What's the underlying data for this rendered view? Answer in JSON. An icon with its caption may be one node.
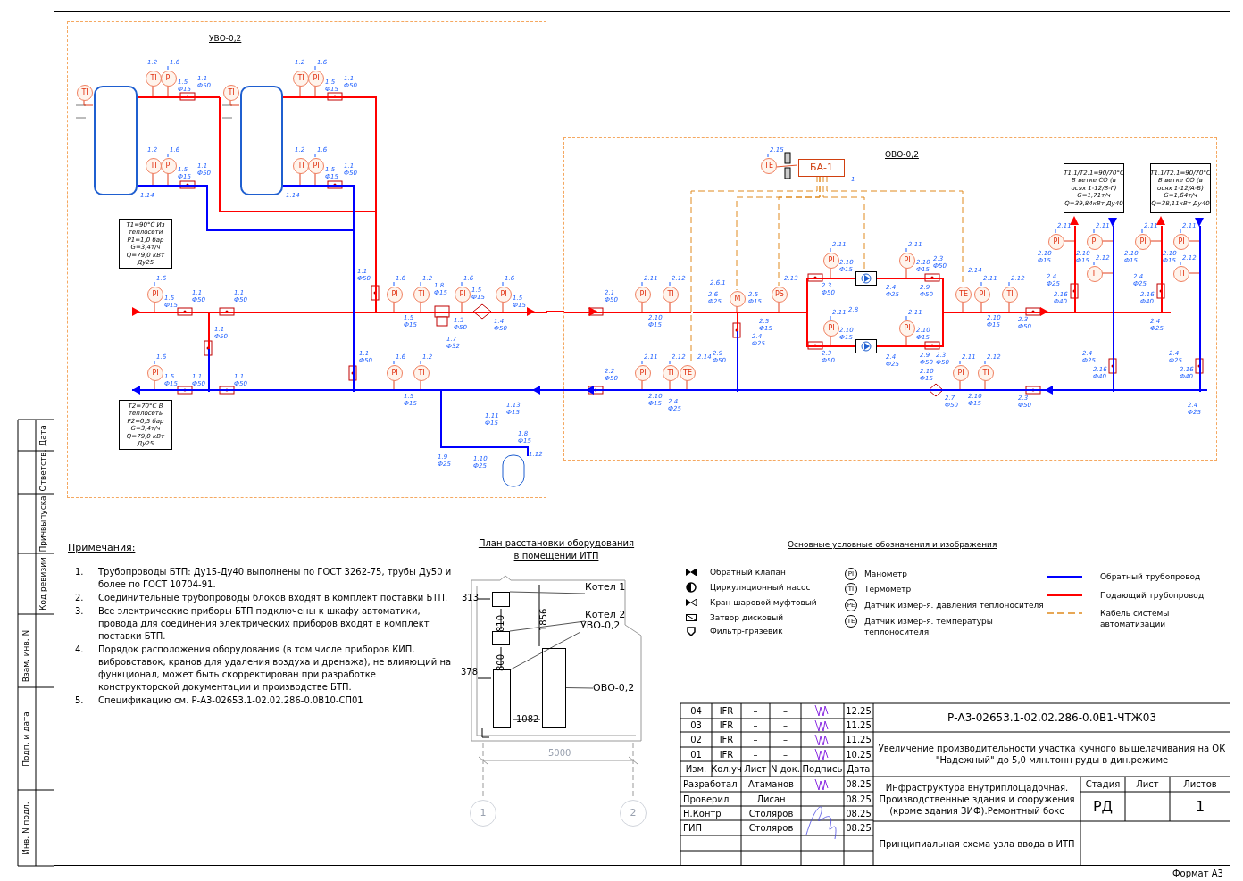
{
  "diagram": {
    "nodes": [
      {
        "text": [
          "УВО-0,2"
        ]
      },
      {
        "text": [
          "ОВО-0,2"
        ]
      },
      {
        "text": [],
        "shape": "cylinder",
        "in": 0,
        "beside": [
          "1.14"
        ]
      },
      {
        "text": [],
        "shape": "cylinder",
        "in": 0,
        "beside": [
          "1.14"
        ]
      },
      {
        "text": [
          "T1=90°C Из теплосети P1=1,0 бар G=3,4т/ч Q=79,0 кВт Ду25"
        ],
        "in": 0
      },
      {
        "text": [
          "T2=70°C В теплосеть P2=0,5 бар G=3,4т/ч Q=79,0 кВт Ду25"
        ],
        "in": 0
      },
      {
        "text": [
          "БА-1"
        ],
        "in": 1,
        "beside": [
          "1"
        ]
      },
      {
        "text": [
          "TE"
        ],
        "in": 1,
        "beside": [
          "2.15"
        ]
      },
      {
        "text": [
          "M"
        ],
        "in": 1,
        "beside": [
          "2.6.1"
        ]
      },
      {
        "text": [
          "PS"
        ],
        "in": 1,
        "beside": [
          "2.13"
        ]
      },
      {
        "text": [
          "TE"
        ],
        "in": 1,
        "beside": [
          "2.14"
        ]
      },
      {
        "text": [],
        "shape": "box",
        "in": 1
      },
      {
        "text": [],
        "shape": "box",
        "in": 1
      },
      {
        "text": [
          "TE"
        ],
        "in": 1,
        "beside": [
          "2.14"
        ]
      },
      {
        "text": [
          "T1.1/T2.1=90/70°C В ветке СО (в осях 1-12/В-Г) G=1,71т/ч Q=39,84кВт Ду40"
        ],
        "in": 1
      },
      {
        "text": [
          "T1.1/T2.1=90/70°C В ветке СО (в осях 1-12/А-Б) G=1,64т/ч Q=38,11кВт Ду40"
        ],
        "in": 1
      },
      {
        "text": [
          "TI"
        ],
        "in": 0
      },
      {
        "text": [
          "TI"
        ],
        "in": 0,
        "beside": [
          "1.2"
        ]
      },
      {
        "text": [
          "PI"
        ],
        "in": 0,
        "beside": [
          "1.6"
        ]
      },
      {
        "text": [
          "TI"
        ],
        "in": 0,
        "beside": [
          "1.2"
        ]
      },
      {
        "text": [
          "PI"
        ],
        "in": 0,
        "beside": [
          "1.6"
        ]
      },
      {
        "text": [
          "TI"
        ],
        "in": 0
      },
      {
        "text": [
          "TI"
        ],
        "in": 0,
        "beside": [
          "1.2"
        ]
      },
      {
        "text": [
          "PI"
        ],
        "in": 0,
        "beside": [
          "1.6"
        ]
      },
      {
        "text": [
          "TI"
        ],
        "in": 0,
        "beside": [
          "1.2"
        ]
      },
      {
        "text": [
          "PI"
        ],
        "in": 0,
        "beside": [
          "1.6"
        ]
      },
      {
        "text": [
          "PI"
        ],
        "in": 0,
        "beside": [
          "1.6"
        ]
      },
      {
        "text": [
          "PI"
        ],
        "in": 0,
        "beside": [
          "1.6"
        ]
      },
      {
        "text": [
          "TI"
        ],
        "in": 0,
        "beside": [
          "1.2"
        ]
      },
      {
        "text": [
          "PI"
        ],
        "in": 0,
        "beside": [
          "1.6"
        ]
      },
      {
        "text": [
          "PI"
        ],
        "in": 0,
        "beside": [
          "1.6"
        ]
      },
      {
        "text": [
          "PI"
        ],
        "in": 0,
        "beside": [
          "1.6"
        ]
      },
      {
        "text": [
          "PI"
        ],
        "in": 0,
        "beside": [
          "1.6"
        ]
      },
      {
        "text": [
          "TI"
        ],
        "in": 0,
        "beside": [
          "1.2"
        ]
      },
      {
        "text": [
          "PI"
        ],
        "in": 1,
        "beside": [
          "2.11"
        ]
      },
      {
        "text": [
          "TI"
        ],
        "in": 1,
        "beside": [
          "2.12"
        ]
      },
      {
        "text": [
          "PI"
        ],
        "in": 1,
        "beside": [
          "2.11"
        ]
      },
      {
        "text": [
          "TI"
        ],
        "in": 1,
        "beside": [
          "2.12"
        ]
      },
      {
        "text": [
          "PI"
        ],
        "in": 1,
        "beside": [
          "2.11"
        ]
      },
      {
        "text": [
          "PI"
        ],
        "in": 1,
        "beside": [
          "2.11"
        ]
      },
      {
        "text": [
          "PI"
        ],
        "in": 1,
        "beside": [
          "2.11"
        ]
      },
      {
        "text": [
          "PI"
        ],
        "in": 1,
        "beside": [
          "2.11"
        ]
      },
      {
        "text": [
          "PI"
        ],
        "in": 1,
        "beside": [
          "2.11"
        ]
      },
      {
        "text": [
          "TI"
        ],
        "in": 1,
        "beside": [
          "2.12"
        ]
      },
      {
        "text": [
          "PI"
        ],
        "in": 1,
        "beside": [
          "2.11"
        ]
      },
      {
        "text": [
          "TI"
        ],
        "in": 1,
        "beside": [
          "2.12"
        ]
      },
      {
        "text": [
          "PI"
        ],
        "in": 1,
        "beside": [
          "2.11"
        ]
      },
      {
        "text": [
          "PI"
        ],
        "in": 1,
        "beside": [
          "2.11"
        ]
      },
      {
        "text": [
          "TI"
        ],
        "in": 1,
        "beside": [
          "2.12"
        ]
      },
      {
        "text": [
          "PI"
        ],
        "in": 1,
        "beside": [
          "2.11"
        ]
      },
      {
        "text": [
          "PI"
        ],
        "in": 1,
        "beside": [
          "2.11"
        ]
      },
      {
        "text": [
          "TI"
        ],
        "in": 1,
        "beside": [
          "2.12"
        ]
      },
      {
        "text": [],
        "shape": "box"
      },
      {
        "text": [],
        "shape": "box"
      },
      {
        "text": [],
        "shape": "box"
      },
      {
        "text": [],
        "shape": "box"
      },
      {
        "text": [
          "Котел 1"
        ]
      },
      {
        "text": [
          "Котел 2"
        ]
      },
      {
        "text": [
          "УВО-0,2"
        ]
      },
      {
        "text": [
          "ОВО-0,2"
        ]
      },
      {
        "text": [
          "1"
        ]
      },
      {
        "text": [
          "2"
        ]
      },
      {
        "text": [],
        "shape": "bar",
        "in": 0
      },
      {
        "text": [],
        "shape": "bar",
        "in": 0
      },
      {
        "text": [],
        "shape": "bar",
        "in": 0
      },
      {
        "text": [],
        "shape": "bar",
        "in": 0
      },
      {
        "text": [],
        "shape": "bar",
        "in": 0
      },
      {
        "text": [],
        "shape": "bar",
        "in": 0
      },
      {
        "text": [],
        "shape": "bar",
        "in": 0
      },
      {
        "text": [],
        "shape": "bar",
        "in": 1
      },
      {
        "text": [],
        "shape": "bar",
        "in": 1
      },
      {
        "text": [],
        "shape": "bar",
        "in": 1
      },
      {
        "text": [],
        "shape": "bar",
        "in": 1
      },
      {
        "text": [],
        "shape": "bar",
        "in": 1
      },
      {
        "text": [],
        "shape": "bar",
        "in": 1
      },
      {
        "text": [],
        "shape": "bar",
        "in": 1
      },
      {
        "text": [],
        "shape": "bar",
        "in": 1
      },
      {
        "text": [],
        "shape": "bar",
        "in": 0
      },
      {
        "text": [],
        "shape": "bar",
        "in": 0
      },
      {
        "text": [],
        "shape": "bar",
        "in": 0
      },
      {
        "text": [],
        "shape": "bar",
        "in": 0
      },
      {
        "text": [],
        "shape": "bar",
        "in": 0
      },
      {
        "text": [],
        "shape": "bar"
      },
      {
        "text": [],
        "shape": "bar",
        "in": 0
      },
      {
        "text": [],
        "shape": "bar",
        "in": 0
      },
      {
        "text": [],
        "shape": "bar",
        "in": 0
      },
      {
        "text": [],
        "shape": "bar",
        "in": 0
      },
      {
        "text": [],
        "shape": "bar",
        "in": 1
      },
      {
        "text": [],
        "shape": "bar",
        "in": 1
      },
      {
        "text": [],
        "shape": "bar",
        "in": 1
      },
      {
        "text": [],
        "shape": "bar",
        "in": 1
      },
      {
        "text": [],
        "shape": "bar",
        "in": 1
      },
      {
        "text": [],
        "shape": "bar",
        "in": 1
      },
      {
        "text": [],
        "shape": "bar"
      },
      {
        "text": [],
        "shape": "bar",
        "in": 1
      }
    ],
    "edges": [
      {
        "from": 7,
        "to": 6,
        "arrow": "none",
        "color": "#e0502a"
      },
      {
        "from": 6,
        "to": 10,
        "arrow": "none",
        "style": "dashed",
        "color": "#e08a1e"
      },
      {
        "from": 6,
        "to": 8,
        "arrow": "none",
        "style": "dashed",
        "color": "#e08a1e"
      },
      {
        "from": 6,
        "to": 9,
        "arrow": "none",
        "style": "dashed",
        "color": "#e08a1e"
      },
      {
        "from": 6,
        "to": 11,
        "arrow": "none",
        "style": "dashed",
        "color": "#e08a1e"
      },
      {
        "from": 6,
        "to": 13,
        "arrow": "none",
        "style": "dashed",
        "color": "#e08a1e"
      },
      {
        "from": 56,
        "to": 52,
        "arrow": "none",
        "color": "#555555"
      },
      {
        "from": 57,
        "to": 53,
        "arrow": "none",
        "color": "#555555"
      },
      {
        "from": 58,
        "to": 54,
        "arrow": "none",
        "color": "#555555"
      },
      {
        "from": 59,
        "to": 55,
        "arrow": "none",
        "color": "#555555"
      },
      {
        "from": 16,
        "to": 2,
        "arrow": "none"
      },
      {
        "from": 21,
        "to": 3,
        "arrow": "none"
      },
      {
        "from": 17,
        "to": 62,
        "arrow": "none"
      },
      {
        "from": 18,
        "to": 62,
        "arrow": "none"
      },
      {
        "from": 19,
        "to": 77,
        "arrow": "none"
      },
      {
        "from": 20,
        "to": 77,
        "arrow": "none"
      },
      {
        "from": 22,
        "to": 65,
        "arrow": "none"
      },
      {
        "from": 23,
        "to": 65,
        "arrow": "none"
      },
      {
        "from": 24,
        "to": 80,
        "arrow": "none"
      },
      {
        "from": 25,
        "to": 80,
        "arrow": "none"
      },
      {
        "from": 26,
        "to": 67,
        "arrow": "none"
      },
      {
        "from": 27,
        "to": 67,
        "arrow": "none"
      },
      {
        "from": 28,
        "to": 67,
        "arrow": "none"
      },
      {
        "from": 29,
        "to": 67,
        "arrow": "none"
      },
      {
        "from": 30,
        "to": 67,
        "arrow": "none"
      },
      {
        "from": 31,
        "to": 82,
        "arrow": "none"
      },
      {
        "from": 32,
        "to": 82,
        "arrow": "none"
      },
      {
        "from": 33,
        "to": 82,
        "arrow": "none"
      },
      {
        "from": 8,
        "to": 92,
        "arrow": "none"
      },
      {
        "from": 9,
        "to": 92,
        "arrow": "none"
      },
      {
        "from": 10,
        "to": 82,
        "arrow": "none"
      },
      {
        "from": 13,
        "to": 73,
        "arrow": "none"
      },
      {
        "from": 34,
        "to": 94,
        "arrow": "none"
      },
      {
        "from": 35,
        "to": 94,
        "arrow": "none"
      },
      {
        "from": 36,
        "to": 82,
        "arrow": "none"
      },
      {
        "from": 37,
        "to": 82,
        "arrow": "none"
      },
      {
        "from": 38,
        "to": 70,
        "arrow": "none"
      },
      {
        "from": 39,
        "to": 71,
        "arrow": "none"
      },
      {
        "from": 40,
        "to": 91,
        "arrow": "none"
      },
      {
        "from": 41,
        "to": 90,
        "arrow": "none"
      },
      {
        "from": 42,
        "to": 73,
        "arrow": "none"
      },
      {
        "from": 43,
        "to": 73,
        "arrow": "none"
      },
      {
        "from": 44,
        "to": 82,
        "arrow": "none"
      },
      {
        "from": 45,
        "to": 82,
        "arrow": "none"
      },
      {
        "from": 46,
        "to": 74,
        "arrow": "none"
      },
      {
        "from": 47,
        "to": 88,
        "arrow": "none"
      },
      {
        "from": 48,
        "to": 88,
        "arrow": "none"
      },
      {
        "from": 49,
        "to": 75,
        "arrow": "none"
      },
      {
        "from": 50,
        "to": 89,
        "arrow": "none"
      },
      {
        "from": 51,
        "to": 89,
        "arrow": "none"
      }
    ],
    "labels": [
      "1.5 Ф15",
      "1.1 Ф50",
      "1.5 Ф15",
      "1.1 Ф50",
      "1.5 Ф15",
      "1.1 Ф50",
      "1.5 Ф15",
      "1.1 Ф50",
      "1.5 Ф15",
      "1.1 Ф50",
      "1.1 Ф50",
      "1.1 Ф50",
      "1.5 Ф15",
      "1.1 Ф50",
      "1.1 Ф50",
      "1.1 Ф50",
      "1.1 Ф50",
      "1.5 Ф15",
      "1.8 Ф15",
      "1.5 Ф15",
      "1.5 Ф15",
      "1.3 Ф50",
      "1.7 Ф32",
      "1.4 Ф50",
      "1.5 Ф15",
      "1.11 Ф15",
      "1.13 Ф15",
      "1.8 Ф15",
      "1.9 Ф25",
      "1.10 Ф25",
      "1.12",
      "2.1 Ф50",
      "2.10 Ф15",
      "2.6 Ф25",
      "2.5 Ф15",
      "2.5 Ф15",
      "2.4 Ф25",
      "2.9 Ф50",
      "2.2 Ф50",
      "2.10 Ф15",
      "2.4 Ф25",
      "2.10 Ф15",
      "2.3 Ф50",
      "2.8",
      "2.10 Ф15",
      "2.3 Ф50",
      "2.4 Ф25",
      "2.10 Ф15",
      "2.3 Ф50",
      "2.9 Ф50",
      "2.4 Ф25",
      "2.10 Ф15",
      "2.9 Ф50",
      "2.3 Ф50",
      "2.10 Ф15",
      "2.3 Ф50",
      "2.10 Ф15",
      "2.7 Ф50",
      "2.10 Ф15",
      "2.3 Ф50",
      "2.10 Ф15",
      "2.10 Ф15",
      "2.4 Ф25",
      "2.16 Ф40",
      "2.10 Ф15",
      "2.10 Ф15",
      "2.4 Ф25",
      "2.16 Ф40",
      "2.4 Ф25",
      "2.4 Ф25",
      "2.16 Ф40",
      "2.4 Ф25",
      "2.16 Ф40",
      "2.4 Ф25",
      "Примечания:",
      "1.",
      "Трубопроводы БТП: Ду15-Ду40 выполнены по ГОСТ 3262-75, трубы Ду50 и более по ГОСТ 10704-91.",
      "2.",
      "Соединительные трубопроводы блоков входят в комплект поставки БТП.",
      "3.",
      "Все электрические приборы БТП подключены к шкафу автоматики, провода для соединения электрических приборов входят в комплект поставки БТП.",
      "4.",
      "Порядок расположения оборудования (в том числе приборов КИП, вибровставок, кранов для удаления воздуха и дренажа), не влияющий на функционал, может быть скорректирован при разработке конструкторской документации и производстве БТП.",
      "5.",
      "Спецификацию см. Р-А3-02653.1-02.02.286-0.0В10-СП01",
      "План расстановки оборудования в помещении ИТП",
      "313",
      "810",
      "1856",
      "800",
      "378",
      "1082",
      "5000",
      "Основные условные обозначения и изображения",
      "PI",
      "TI",
      "PE",
      "TE",
      "04",
      "IFR",
      "–",
      "–",
      "12.25",
      "Р-А3-02653.1-02.02.286-0.0В1-ЧТЖ03",
      "03",
      "IFR",
      "–",
      "–",
      "11.25",
      "02",
      "IFR",
      "–",
      "–",
      "11.25",
      "Увеличение производительности участка кучного выщелачивания на ОК \"Надежный\" до 5,0 млн.тонн руды в дин.режиме",
      "01",
      "IFR",
      "–",
      "–",
      "10.25",
      "Изм.",
      "Кол.уч",
      "Лист",
      "N док.",
      "Подпись",
      "Дата",
      "Разработал",
      "Атаманов",
      "08.25",
      "Инфраструктура внутриплощадочная. Производственные здания и сооружения (кроме здания ЗИФ).Ремонтный бокс",
      "Стадия",
      "Лист",
      "Листов",
      "Проверил",
      "Лисан",
      "08.25",
      "РД",
      "1",
      "Н.Контр",
      "Столяров",
      "08.25",
      "ГИП",
      "Столяров",
      "08.25",
      "Принципиальная схема узла ввода в ИТП",
      "Дата",
      "Ответств.",
      "Причвыпуска",
      "Код ревизии",
      "Взам. инв. N",
      "Подп. и дата",
      "Инв. N подл.",
      "Формат А3"
    ],
    "legend": [
      {
        "text": "Обратный клапан"
      },
      {
        "text": "Циркуляционный насос"
      },
      {
        "text": "Кран шаровой муфтовый"
      },
      {
        "text": "Затвор дисковый"
      },
      {
        "text": "Фильтр-грязевик"
      },
      {
        "text": "Манометр"
      },
      {
        "text": "Термометр"
      },
      {
        "text": "Датчик измер-я. давления теплоносителя"
      },
      {
        "text": "Датчик измер-я. температуры теплоносителя"
      },
      {
        "text": "Обратный трубопровод"
      },
      {
        "text": "Подающий трубопровод"
      },
      {
        "text": "Кабель системы автоматизации"
      }
    ]
  }
}
